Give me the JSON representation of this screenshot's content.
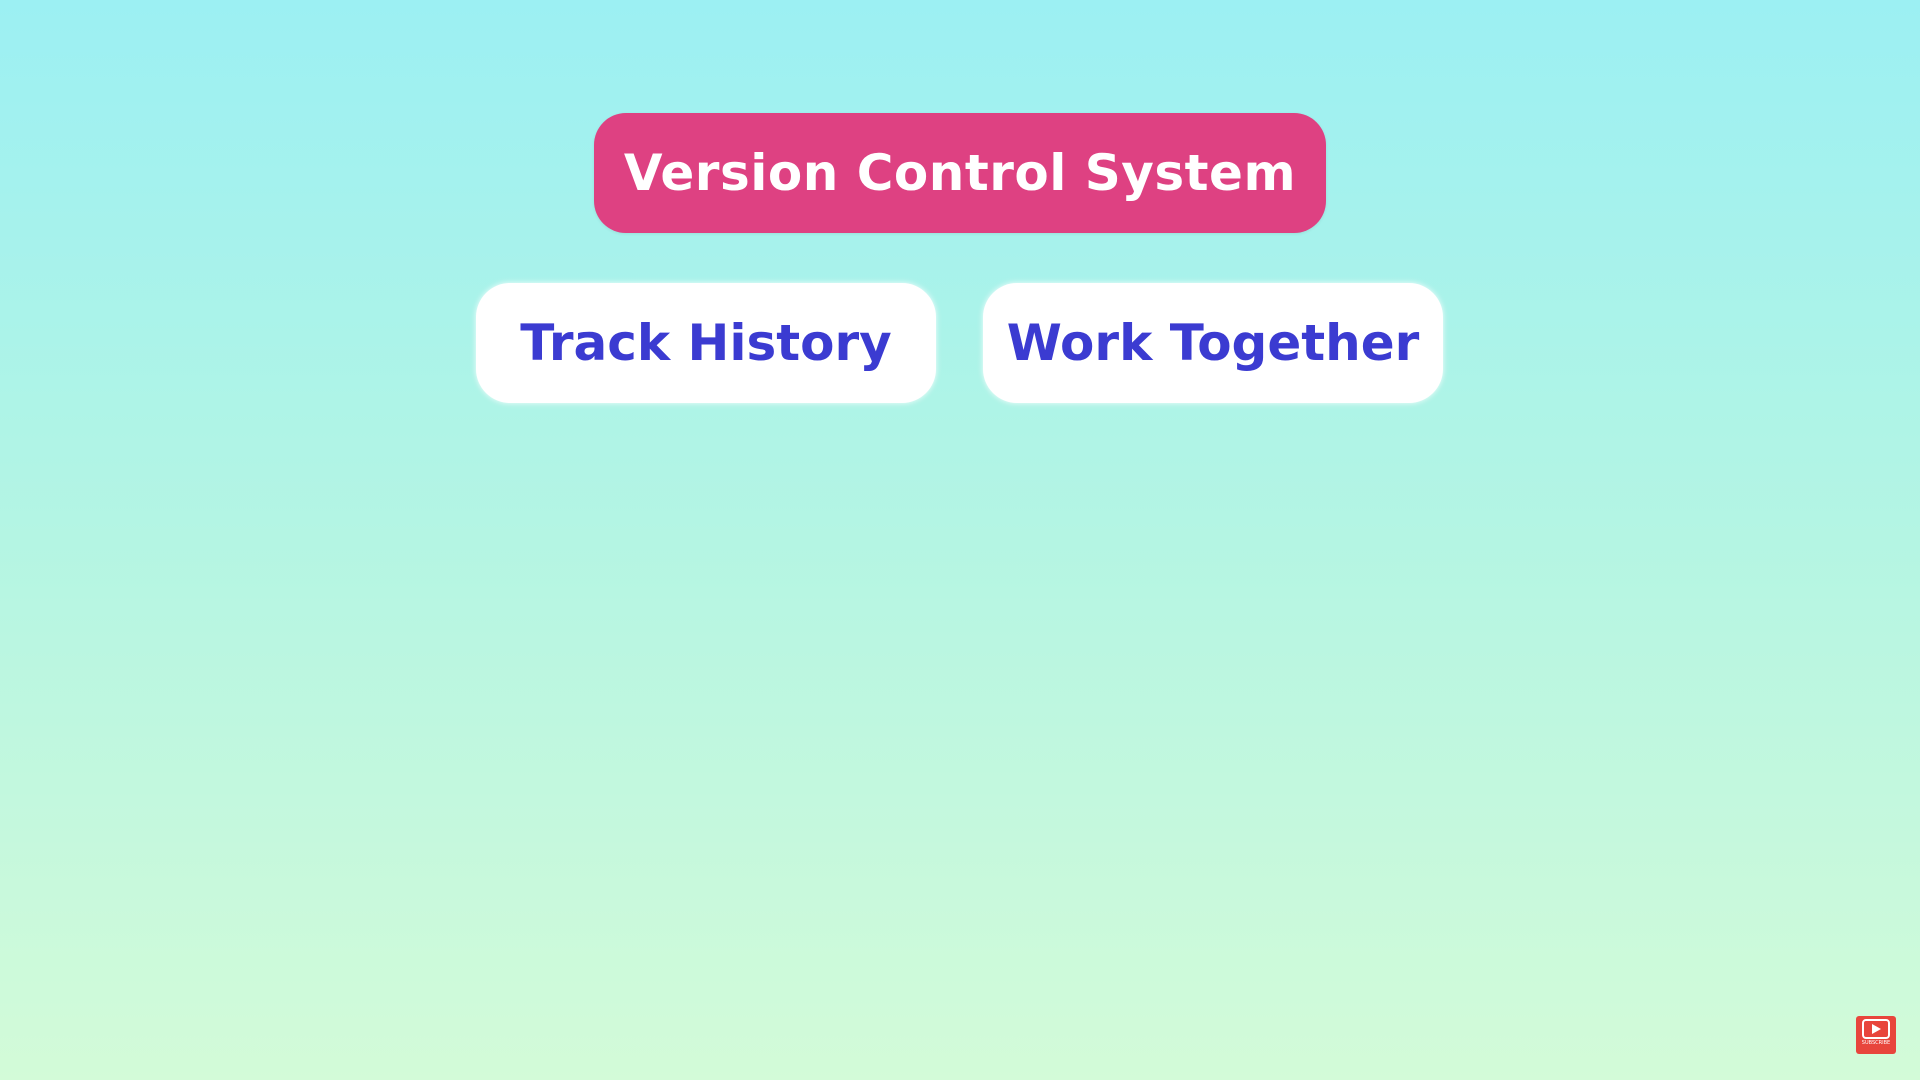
{
  "diagram": {
    "title": "Version Control System",
    "items": [
      {
        "label": "Track History"
      },
      {
        "label": "Work Together"
      }
    ]
  },
  "badge": {
    "icon": "youtube-play-icon",
    "label": "SUBSCRIBE"
  },
  "colors": {
    "title_bg": "#de4182",
    "title_text": "#ffffff",
    "item_bg": "#ffffff",
    "item_text": "#3b3bd1",
    "badge_bg": "#e8453c"
  }
}
